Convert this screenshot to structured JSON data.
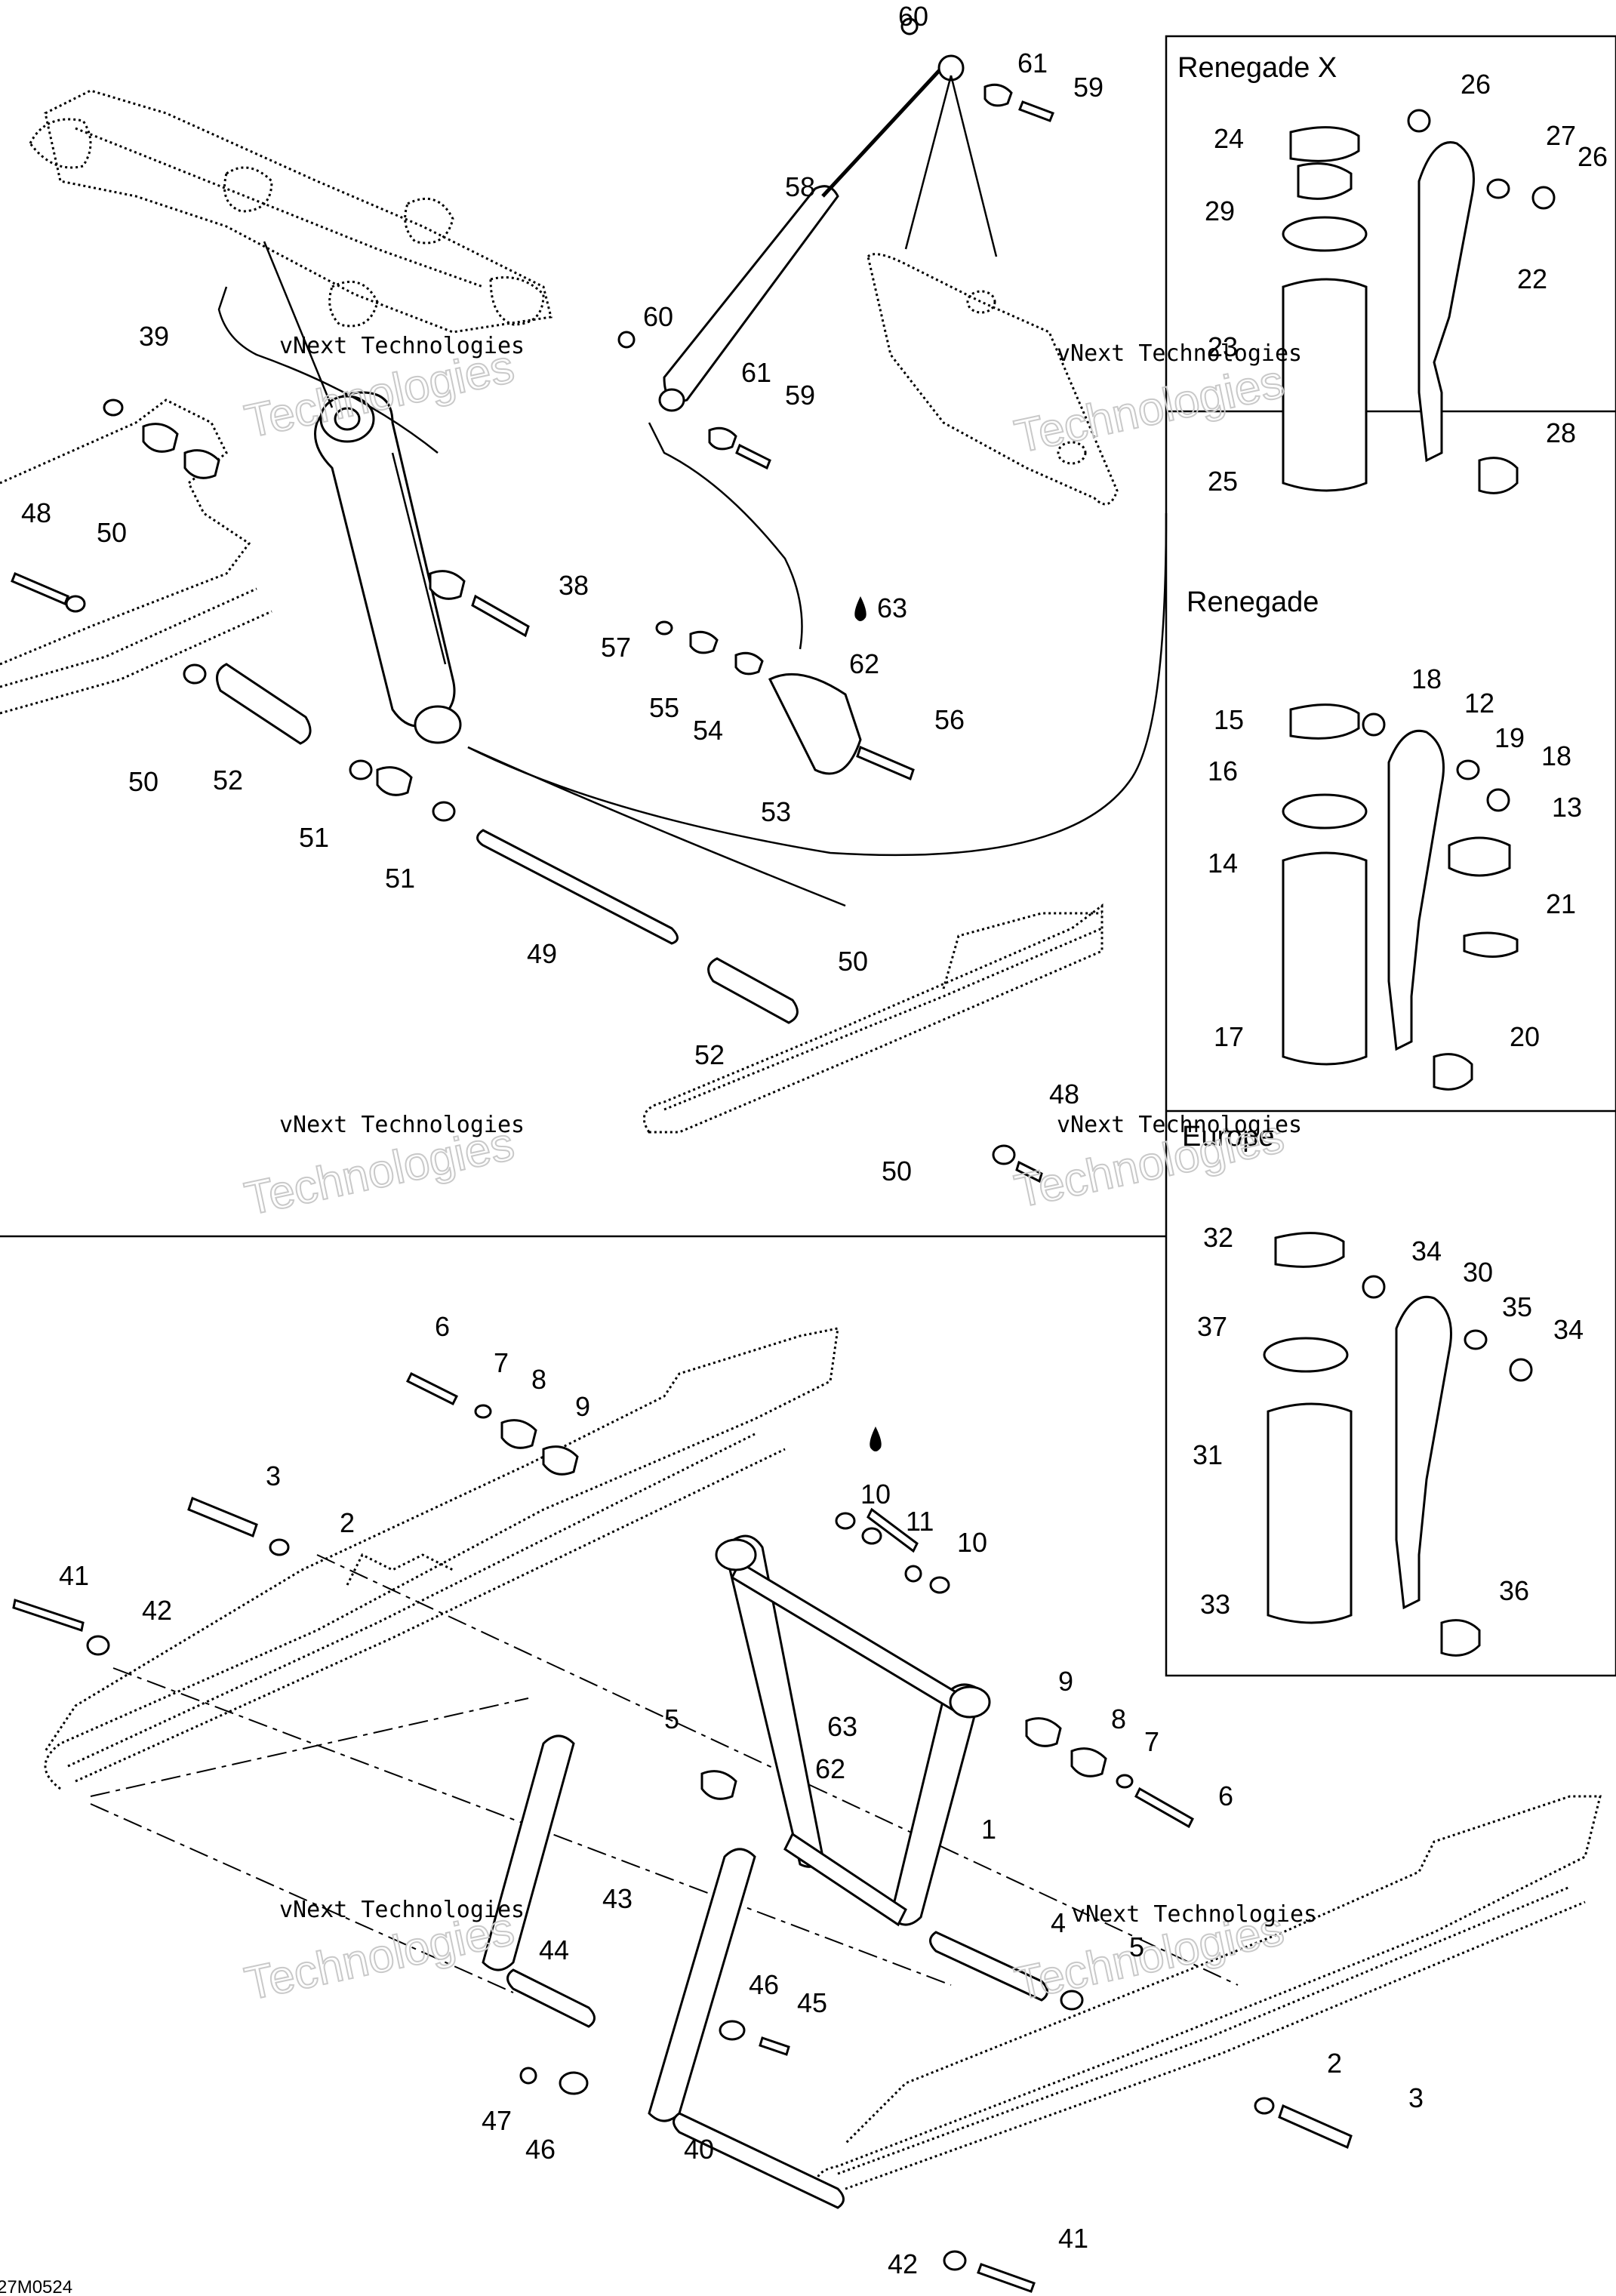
{
  "panels": [
    {
      "title": "Renegade X"
    },
    {
      "title": "Renegade"
    },
    {
      "title": "Europe"
    }
  ],
  "watermark": {
    "line1": "vNext Technologies",
    "line2": "Technologies",
    "glyph": "vNext"
  },
  "footer_code": "27M0524",
  "labels": [
    {
      "id": "60a",
      "text": "60"
    },
    {
      "id": "61a",
      "text": "61"
    },
    {
      "id": "59a",
      "text": "59"
    },
    {
      "id": "58",
      "text": "58"
    },
    {
      "id": "60b",
      "text": "60"
    },
    {
      "id": "61b",
      "text": "61"
    },
    {
      "id": "59b",
      "text": "59"
    },
    {
      "id": "39",
      "text": "39"
    },
    {
      "id": "48a",
      "text": "48"
    },
    {
      "id": "50a",
      "text": "50"
    },
    {
      "id": "38",
      "text": "38"
    },
    {
      "id": "57",
      "text": "57"
    },
    {
      "id": "55",
      "text": "55"
    },
    {
      "id": "54",
      "text": "54"
    },
    {
      "id": "63a",
      "text": "63"
    },
    {
      "id": "62a",
      "text": "62"
    },
    {
      "id": "56",
      "text": "56"
    },
    {
      "id": "53",
      "text": "53"
    },
    {
      "id": "50b",
      "text": "50"
    },
    {
      "id": "52a",
      "text": "52"
    },
    {
      "id": "51a",
      "text": "51"
    },
    {
      "id": "51b",
      "text": "51"
    },
    {
      "id": "49",
      "text": "49"
    },
    {
      "id": "50c",
      "text": "50"
    },
    {
      "id": "52b",
      "text": "52"
    },
    {
      "id": "48b",
      "text": "48"
    },
    {
      "id": "50d",
      "text": "50"
    },
    {
      "id": "26a",
      "text": "26"
    },
    {
      "id": "24",
      "text": "24"
    },
    {
      "id": "27",
      "text": "27"
    },
    {
      "id": "26b",
      "text": "26"
    },
    {
      "id": "29",
      "text": "29"
    },
    {
      "id": "22",
      "text": "22"
    },
    {
      "id": "23",
      "text": "23"
    },
    {
      "id": "28",
      "text": "28"
    },
    {
      "id": "25",
      "text": "25"
    },
    {
      "id": "15",
      "text": "15"
    },
    {
      "id": "18a",
      "text": "18"
    },
    {
      "id": "12",
      "text": "12"
    },
    {
      "id": "16",
      "text": "16"
    },
    {
      "id": "19",
      "text": "19"
    },
    {
      "id": "18b",
      "text": "18"
    },
    {
      "id": "13",
      "text": "13"
    },
    {
      "id": "14",
      "text": "14"
    },
    {
      "id": "21",
      "text": "21"
    },
    {
      "id": "17",
      "text": "17"
    },
    {
      "id": "20",
      "text": "20"
    },
    {
      "id": "32",
      "text": "32"
    },
    {
      "id": "34a",
      "text": "34"
    },
    {
      "id": "30",
      "text": "30"
    },
    {
      "id": "37",
      "text": "37"
    },
    {
      "id": "35",
      "text": "35"
    },
    {
      "id": "34b",
      "text": "34"
    },
    {
      "id": "31",
      "text": "31"
    },
    {
      "id": "33",
      "text": "33"
    },
    {
      "id": "36",
      "text": "36"
    },
    {
      "id": "6a",
      "text": "6"
    },
    {
      "id": "7a",
      "text": "7"
    },
    {
      "id": "8a",
      "text": "8"
    },
    {
      "id": "9a",
      "text": "9"
    },
    {
      "id": "3a",
      "text": "3"
    },
    {
      "id": "2a",
      "text": "2"
    },
    {
      "id": "41a",
      "text": "41"
    },
    {
      "id": "42a",
      "text": "42"
    },
    {
      "id": "10a",
      "text": "10"
    },
    {
      "id": "11",
      "text": "11"
    },
    {
      "id": "10b",
      "text": "10"
    },
    {
      "id": "9b",
      "text": "9"
    },
    {
      "id": "8b",
      "text": "8"
    },
    {
      "id": "7b",
      "text": "7"
    },
    {
      "id": "6b",
      "text": "6"
    },
    {
      "id": "5a",
      "text": "5"
    },
    {
      "id": "63b",
      "text": "63"
    },
    {
      "id": "62b",
      "text": "62"
    },
    {
      "id": "1",
      "text": "1"
    },
    {
      "id": "43",
      "text": "43"
    },
    {
      "id": "4",
      "text": "4"
    },
    {
      "id": "5b",
      "text": "5"
    },
    {
      "id": "44",
      "text": "44"
    },
    {
      "id": "46a",
      "text": "46"
    },
    {
      "id": "45",
      "text": "45"
    },
    {
      "id": "47",
      "text": "47"
    },
    {
      "id": "46b",
      "text": "46"
    },
    {
      "id": "40",
      "text": "40"
    },
    {
      "id": "2b",
      "text": "2"
    },
    {
      "id": "3b",
      "text": "3"
    },
    {
      "id": "42b",
      "text": "42"
    },
    {
      "id": "41b",
      "text": "41"
    }
  ]
}
